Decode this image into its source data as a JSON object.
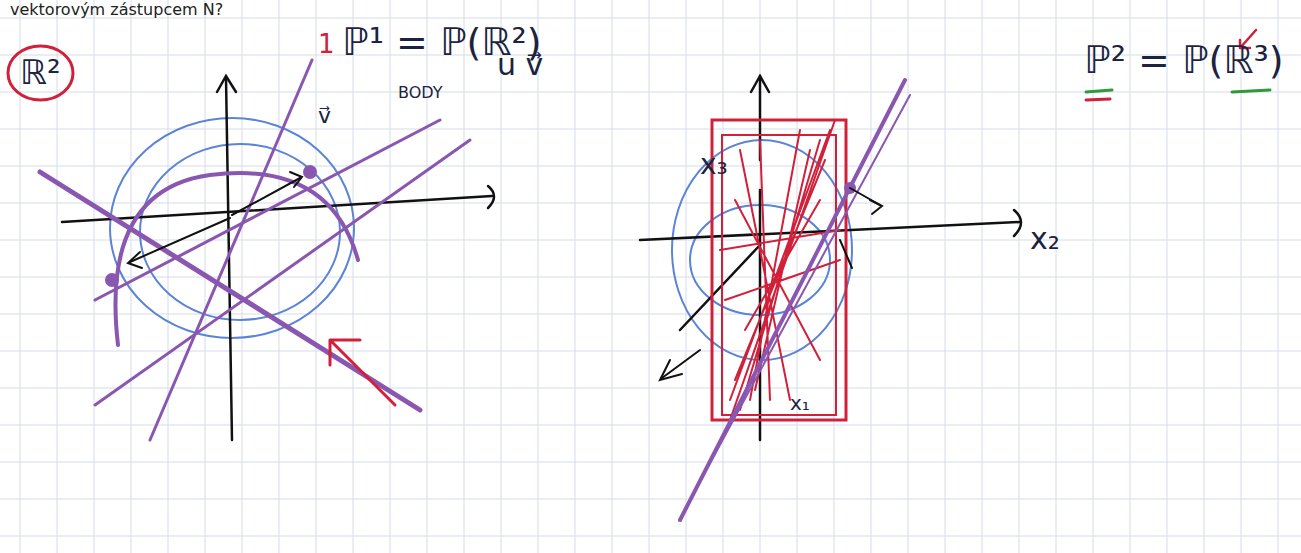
{
  "diagram": {
    "nodes": [
      {
        "text": [
          "ℝ²"
        ]
      }
    ],
    "labels": [
      "vektorovým zástupcem N?",
      "1",
      "ℙ¹ = ℙ(ℝ²)",
      "BODY",
      "u v⃗",
      "v⃗",
      "x₃",
      "x₂",
      "x₁",
      "ℙ² = ℙ(ℝ³)"
    ]
  }
}
